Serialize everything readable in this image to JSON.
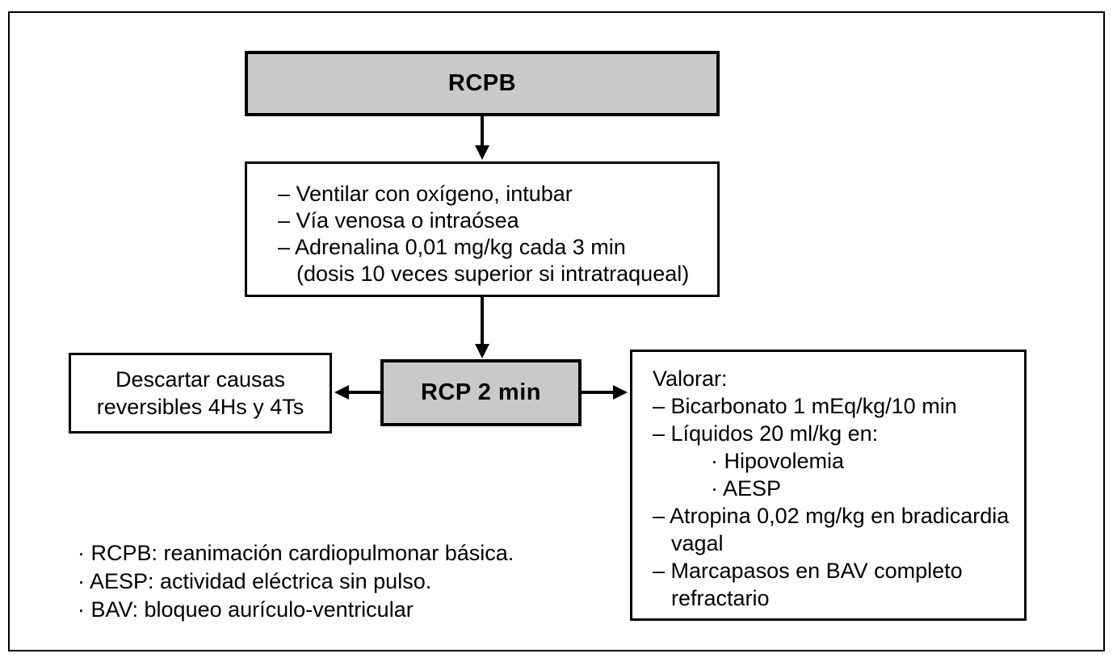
{
  "colors": {
    "box_gray": "#c9c9c9",
    "border": "#000000",
    "background": "#ffffff"
  },
  "flowchart": {
    "rcpb_box": {
      "label": "RCPB"
    },
    "actions_box": {
      "lines": [
        "– Ventilar con oxígeno, intubar",
        "– Vía venosa o intraósea",
        "– Adrenalina 0,01 mg/kg cada 3 min",
        "(dosis 10 veces superior si intratraqueal)"
      ]
    },
    "rcp_box": {
      "label": "RCP 2 min"
    },
    "reversible_causes_box": {
      "lines": [
        "Descartar causas",
        "reversibles 4Hs y 4Ts"
      ]
    },
    "assess_box": {
      "lines": [
        "Valorar:",
        "– Bicarbonato 1 mEq/kg/10 min",
        "– Líquidos 20 ml/kg en:",
        "· Hipovolemia",
        "· AESP",
        "– Atropina 0,02 mg/kg en bradicardia",
        "vagal",
        "– Marcapasos en BAV completo",
        "refractario"
      ]
    },
    "footnotes": [
      "· RCPB: reanimación cardiopulmonar básica.",
      "· AESP: actividad eléctrica sin pulso.",
      "· BAV: bloqueo aurículo-ventricular"
    ]
  }
}
